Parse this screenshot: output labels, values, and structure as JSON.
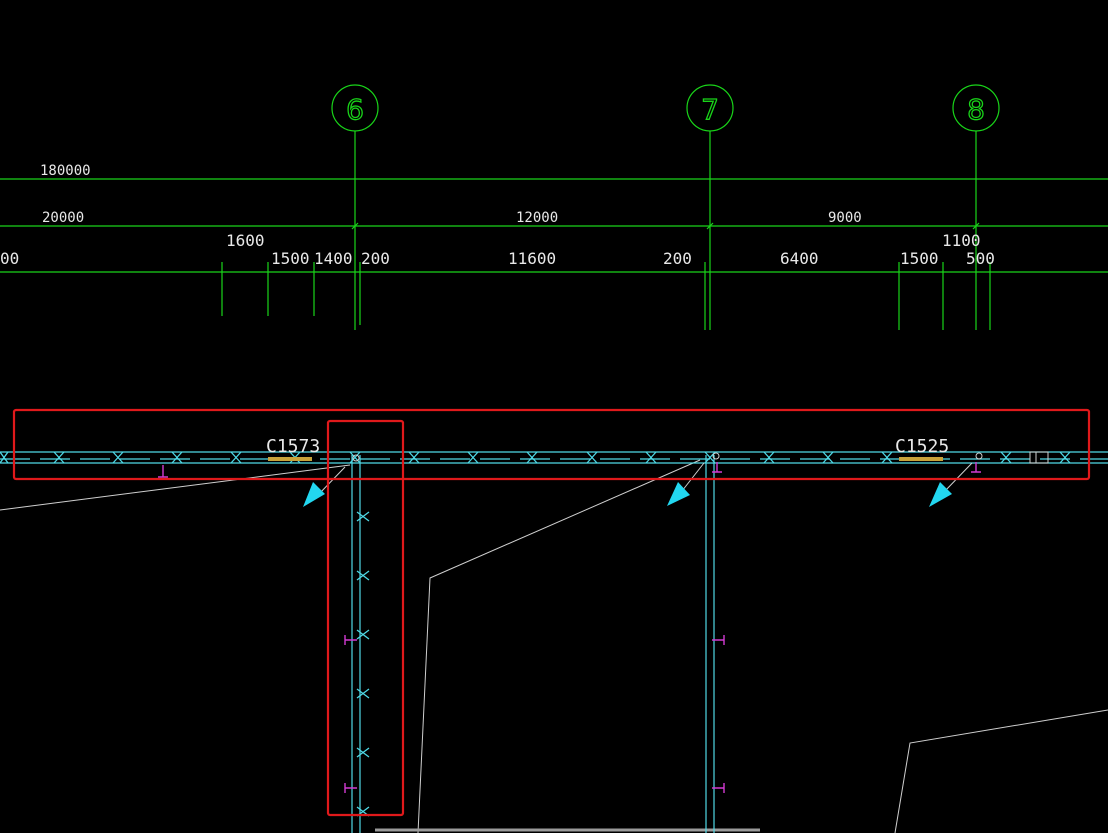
{
  "axes": [
    {
      "id": "6",
      "label": "6"
    },
    {
      "id": "7",
      "label": "7"
    },
    {
      "id": "8",
      "label": "8"
    }
  ],
  "dimension_rows": {
    "total": [
      "180000"
    ],
    "bays": [
      "20000",
      "12000",
      "9000"
    ],
    "details": [
      "00",
      "1600",
      "1500",
      "1400",
      "200",
      "11600",
      "200",
      "6400",
      "1500",
      "1100",
      "500"
    ]
  },
  "windows": [
    {
      "label": "C1573"
    },
    {
      "label": "C1525"
    }
  ],
  "highlights": [
    "horizontal-wall-selection",
    "vertical-wall-selection"
  ],
  "colors": {
    "background": "#000000",
    "axis": "#19d419",
    "wall": "#4fd9e6",
    "marker": "#d23bd2",
    "highlight": "#e0191b",
    "arrow": "#22d7f0"
  }
}
